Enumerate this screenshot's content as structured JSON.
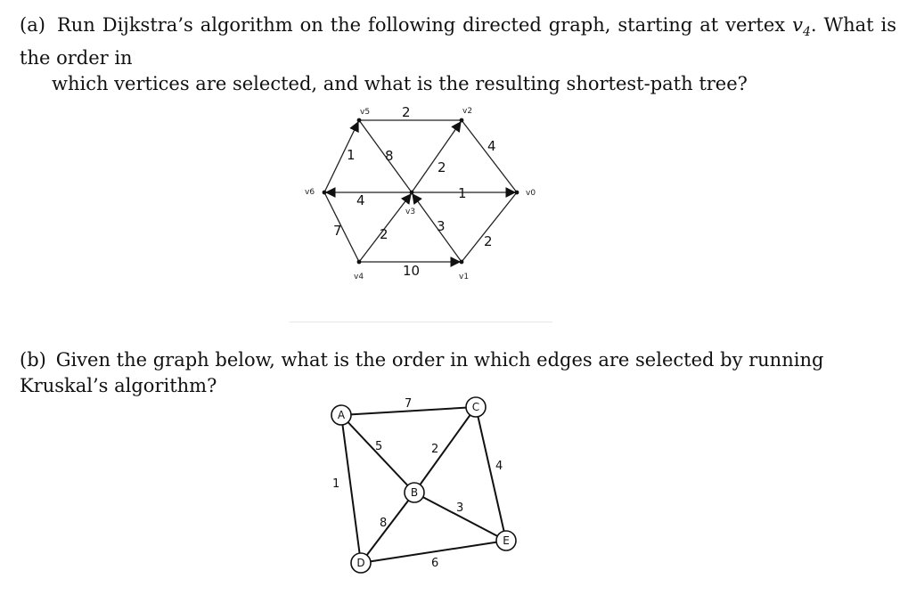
{
  "part_a": {
    "label": "(a)",
    "text_line1_pre": "Run Dijkstra’s algorithm on the following directed graph, starting at vertex ",
    "vertex_base": "v",
    "vertex_sub": "4",
    "text_line1_post": ". What is the order in",
    "text_line2": "which vertices are selected, and what is the resulting shortest-path tree?"
  },
  "graph_a": {
    "nodes": {
      "v0": "v0",
      "v1": "v1",
      "v2": "v2",
      "v3": "v3",
      "v4": "v4",
      "v5": "v5",
      "v6": "v6"
    },
    "weights": {
      "v5_v2": "2",
      "v6_v5": "1",
      "v5_v3": "8",
      "v3_v2": "2",
      "v2_v0": "4",
      "v3_v6": "4",
      "v3_v0": "1",
      "v4_v6": "7",
      "v4_v3": "2",
      "v1_v3": "3",
      "v0_v1": "2",
      "v4_v1": "10"
    }
  },
  "part_b": {
    "label": "(b)",
    "text": "Given the graph below, what is the order in which edges are selected by running Kruskal’s algorithm?"
  },
  "graph_b": {
    "nodes": {
      "A": "A",
      "B": "B",
      "C": "C",
      "D": "D",
      "E": "E"
    },
    "weights": {
      "A_C": "7",
      "A_B": "5",
      "B_C": "2",
      "C_E": "4",
      "A_D": "1",
      "B_D": "8",
      "B_E": "3",
      "D_E": "6"
    }
  }
}
